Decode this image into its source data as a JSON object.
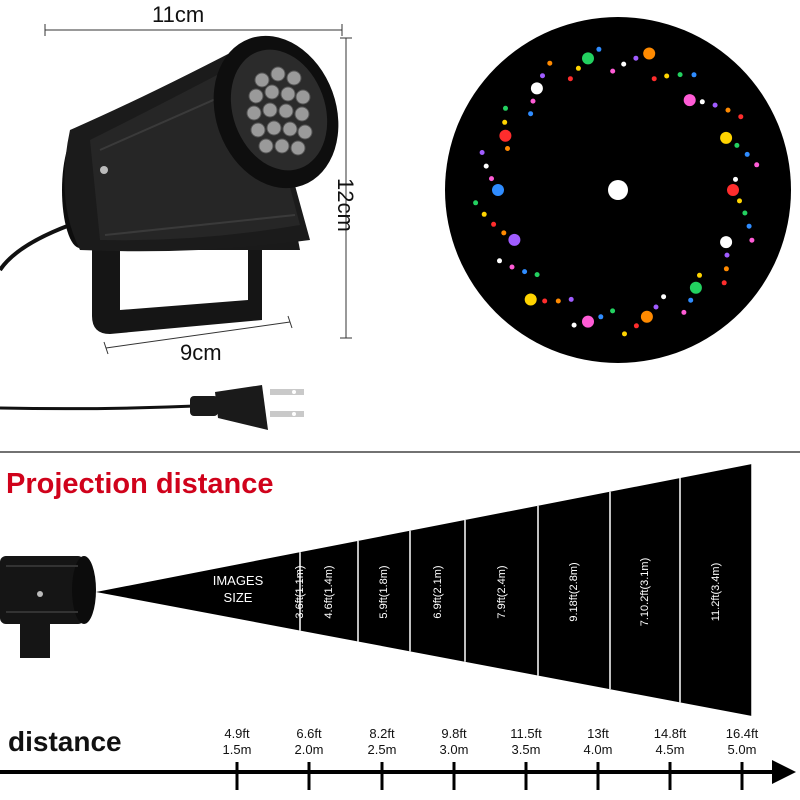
{
  "dimensions": {
    "width": "11cm",
    "height": "12cm",
    "base": "9cm"
  },
  "section_title": "Projection distance",
  "images_size_label": [
    "IMAGES",
    "SIZE"
  ],
  "image_sizes": [
    "3.6ft(1.1m)",
    "4.6ft(1.4m)",
    "5.9ft(1.8m)",
    "6.9ft(2.1m)",
    "7.9ft(2.4m)",
    "9.18ft(2.8m)",
    "7.10.2ft(3.1m)",
    "11.2ft(3.4m)"
  ],
  "distance_title": "distance",
  "distances": [
    {
      "ft": "4.9ft",
      "m": "1.5m"
    },
    {
      "ft": "6.6ft",
      "m": "2.0m"
    },
    {
      "ft": "8.2ft",
      "m": "2.5m"
    },
    {
      "ft": "9.8ft",
      "m": "3.0m"
    },
    {
      "ft": "11.5ft",
      "m": "3.5m"
    },
    {
      "ft": "13ft",
      "m": "4.0m"
    },
    {
      "ft": "14.8ft",
      "m": "4.5m"
    },
    {
      "ft": "16.4ft",
      "m": "5.0m"
    }
  ],
  "colors": {
    "title_red": "#d0021b",
    "projection_black": "#000000"
  }
}
